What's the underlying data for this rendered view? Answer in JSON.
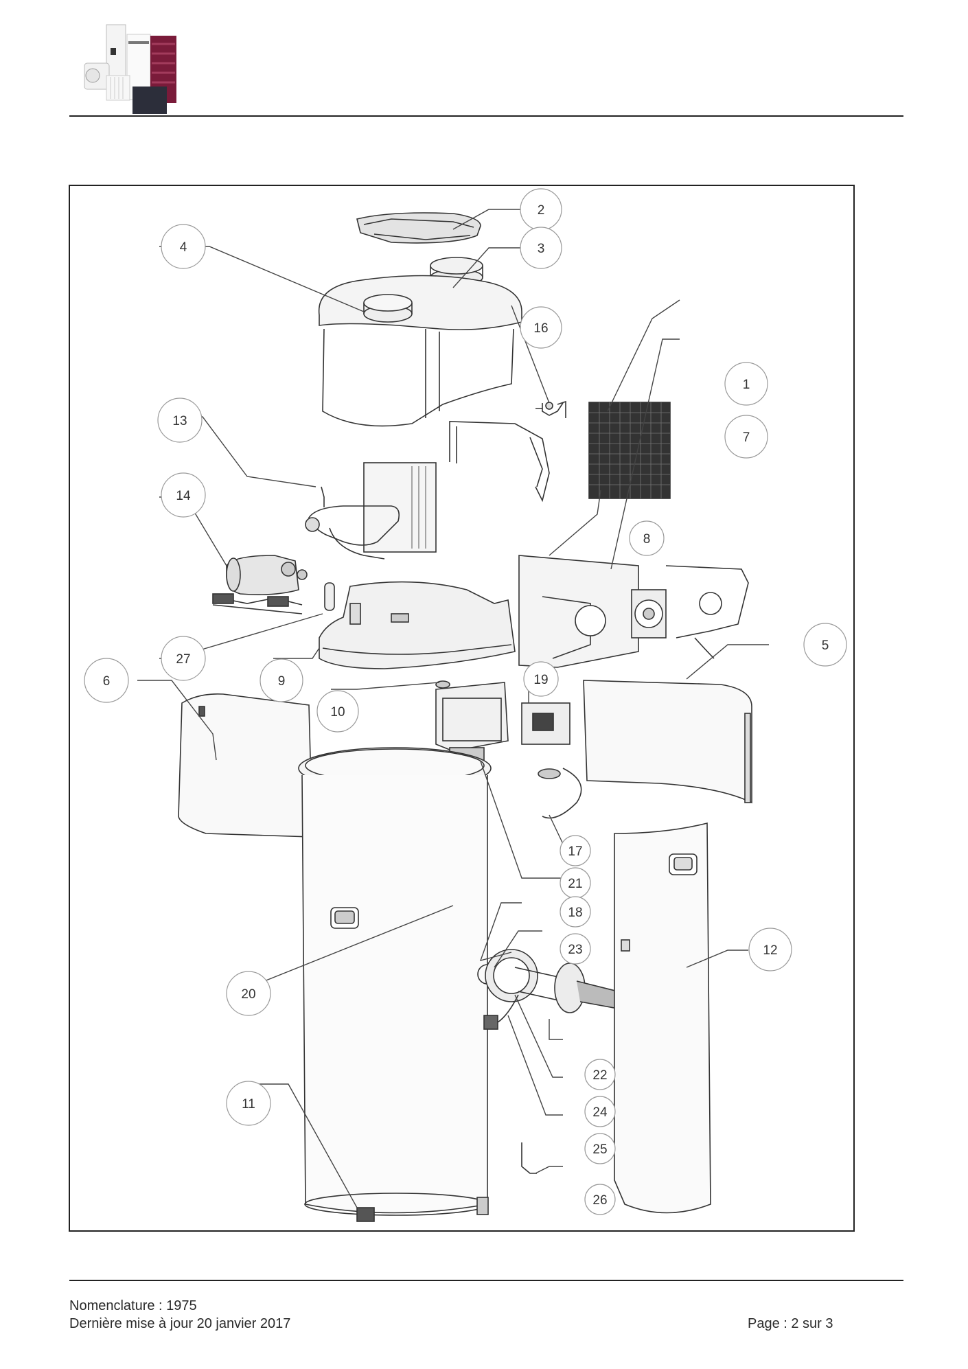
{
  "footer": {
    "nomenclature": "Nomenclature : 1975",
    "updated": "Dernière mise à jour 20 janvier 2017",
    "page": "Page : 2 sur 3"
  },
  "logo_icon": "product-range-logo-icon",
  "accent_color": "#7a1b3a",
  "diagram": {
    "callouts": [
      "1",
      "2",
      "3",
      "4",
      "5",
      "6",
      "7",
      "8",
      "9",
      "10",
      "11",
      "12",
      "13",
      "14",
      "16",
      "17",
      "18",
      "19",
      "20",
      "21",
      "22",
      "23",
      "24",
      "25",
      "26",
      "27"
    ]
  }
}
